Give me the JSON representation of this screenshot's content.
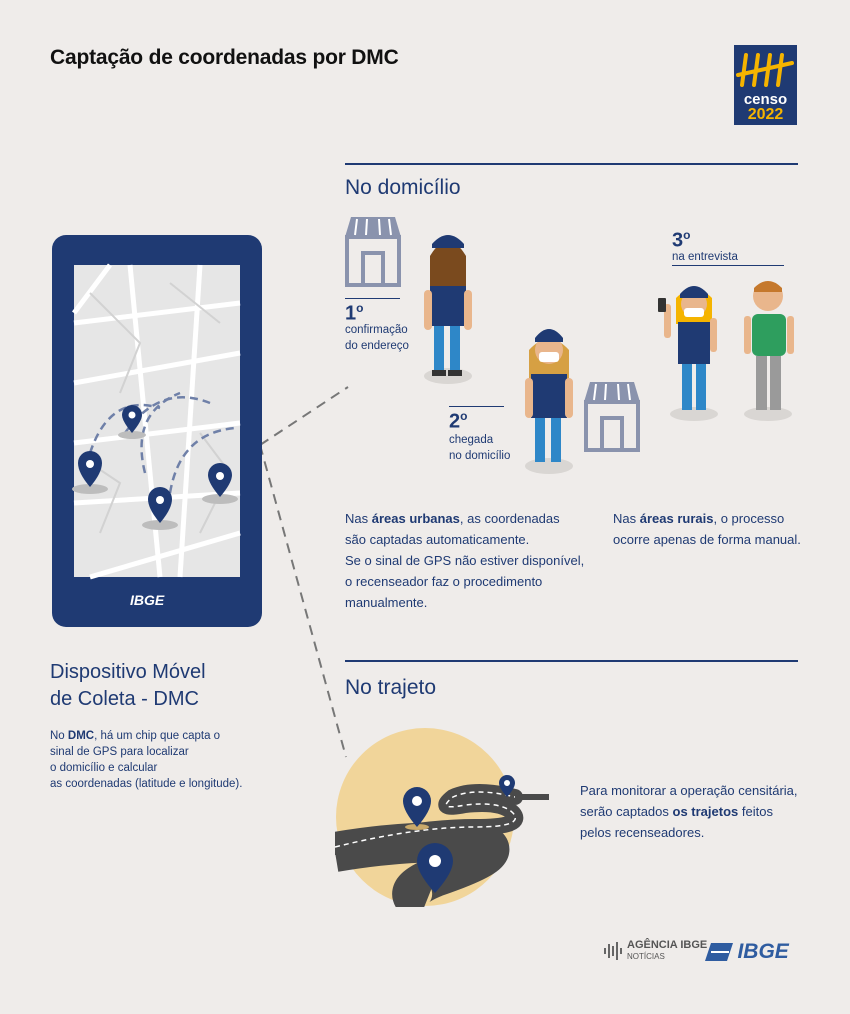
{
  "title": "Captação de coordenadas por DMC",
  "logo": {
    "line1": "censo",
    "line2": "2022"
  },
  "home_section": {
    "heading": "No domicílio",
    "steps": [
      {
        "num": "1",
        "ord": "o",
        "text_1": "confirmação",
        "text_2": "do endereço"
      },
      {
        "num": "2",
        "ord": "o",
        "text_1": "chegada",
        "text_2": "no domicílio"
      },
      {
        "num": "3",
        "ord": "o",
        "text_1": "na entrevista"
      }
    ],
    "urban": {
      "prefix": "Nas ",
      "bold": "áreas urbanas",
      "suffix": ", as coordenadas",
      "line2": "são captadas automaticamente.",
      "line3": "Se o sinal de GPS não estiver disponível,",
      "line4": "o recenseador faz o procedimento",
      "line5": "manualmente."
    },
    "rural": {
      "prefix": "Nas ",
      "bold": "áreas rurais",
      "suffix": ", o processo",
      "line2": "ocorre apenas de forma manual."
    }
  },
  "route_section": {
    "heading": "No trajeto",
    "line1": "Para monitorar a operação censitária,",
    "line2_prefix": "serão captados ",
    "line2_bold": "os trajetos",
    "line2_suffix": " feitos",
    "line3": "pelos recenseadores."
  },
  "device": {
    "brand": "IBGE",
    "title_1": "Dispositivo Móvel",
    "title_2": "de Coleta - DMC",
    "desc_prefix": "No ",
    "desc_bold": "DMC",
    "desc_line1_suffix": ", há um chip que capta o",
    "desc_line2": "sinal de GPS para localizar",
    "desc_line3": "o domicílio e calcular",
    "desc_line4": "as coordenadas (latitude e longitude)."
  },
  "footer": {
    "agencia_1": "AGÊNCIA IBGE",
    "agencia_2": "NOTÍCIAS",
    "ibge": "IBGE"
  },
  "colors": {
    "navy": "#1f3a73",
    "background": "#efecea",
    "sand": "#f1d59a",
    "yellow": "#f5b400"
  },
  "icons": [
    "store-icon",
    "map-pin-icon",
    "person-illustration",
    "road-illustration",
    "ibge-logo",
    "censo-logo"
  ]
}
